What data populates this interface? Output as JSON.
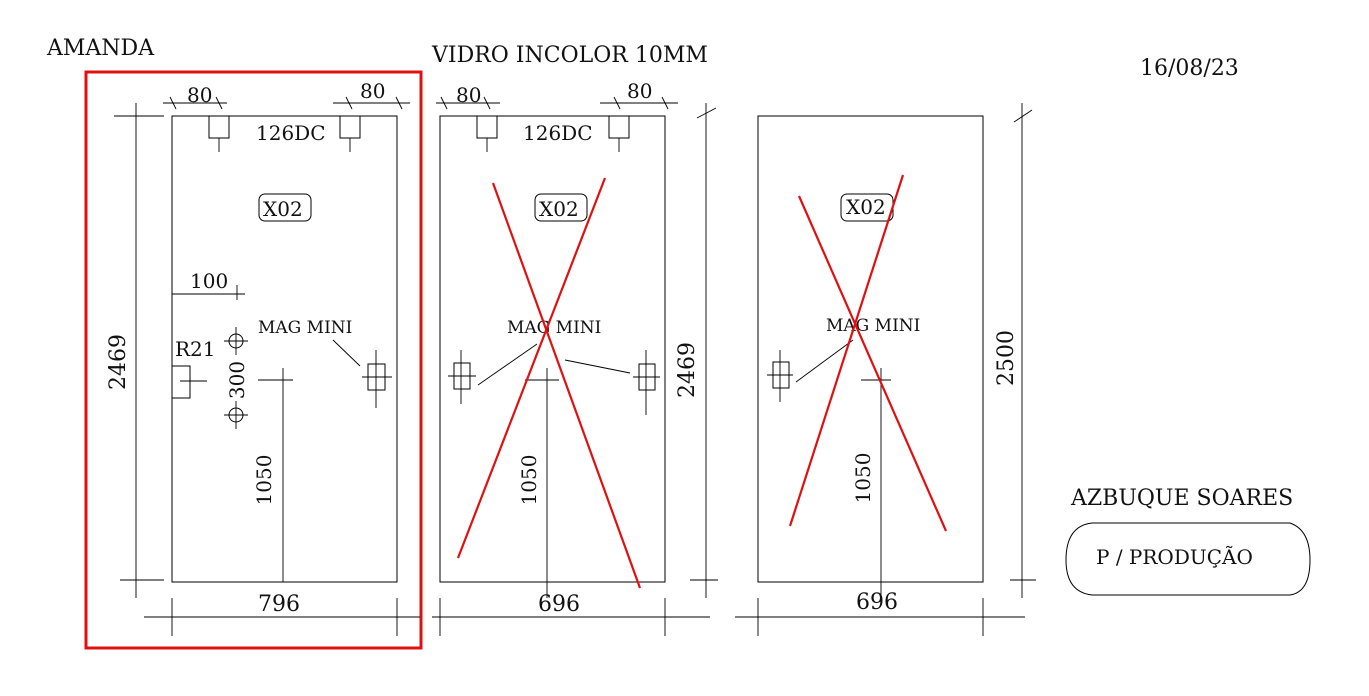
{
  "header": {
    "client": "AMANDA",
    "material": "VIDRO INCOLOR 10MM",
    "date": "16/08/23"
  },
  "footer": {
    "company": "AZBUQUE SOARES",
    "purpose": "P / PRODUÇÃO"
  },
  "panels": [
    {
      "status": "approved",
      "width": "796",
      "height": "2469",
      "code": "X02",
      "fitting": "126DC",
      "top_offset_left": "80",
      "top_offset_right": "80",
      "side_offset": "100",
      "radius": "R21",
      "hole_spacing": "300",
      "mag_label": "MAG MINI",
      "mag_height": "1050"
    },
    {
      "status": "cancelled",
      "width": "696",
      "height": "2469",
      "code": "X02",
      "fitting": "126DC",
      "top_offset_left": "80",
      "top_offset_right": "80",
      "mag_label": "MAG MINI",
      "mag_height": "1050"
    },
    {
      "status": "cancelled",
      "width": "696",
      "height": "2500",
      "code": "X02",
      "mag_label": "MAG MINI",
      "mag_height": "1050"
    }
  ],
  "colors": {
    "highlight": "#e01010",
    "line": "#000000"
  }
}
